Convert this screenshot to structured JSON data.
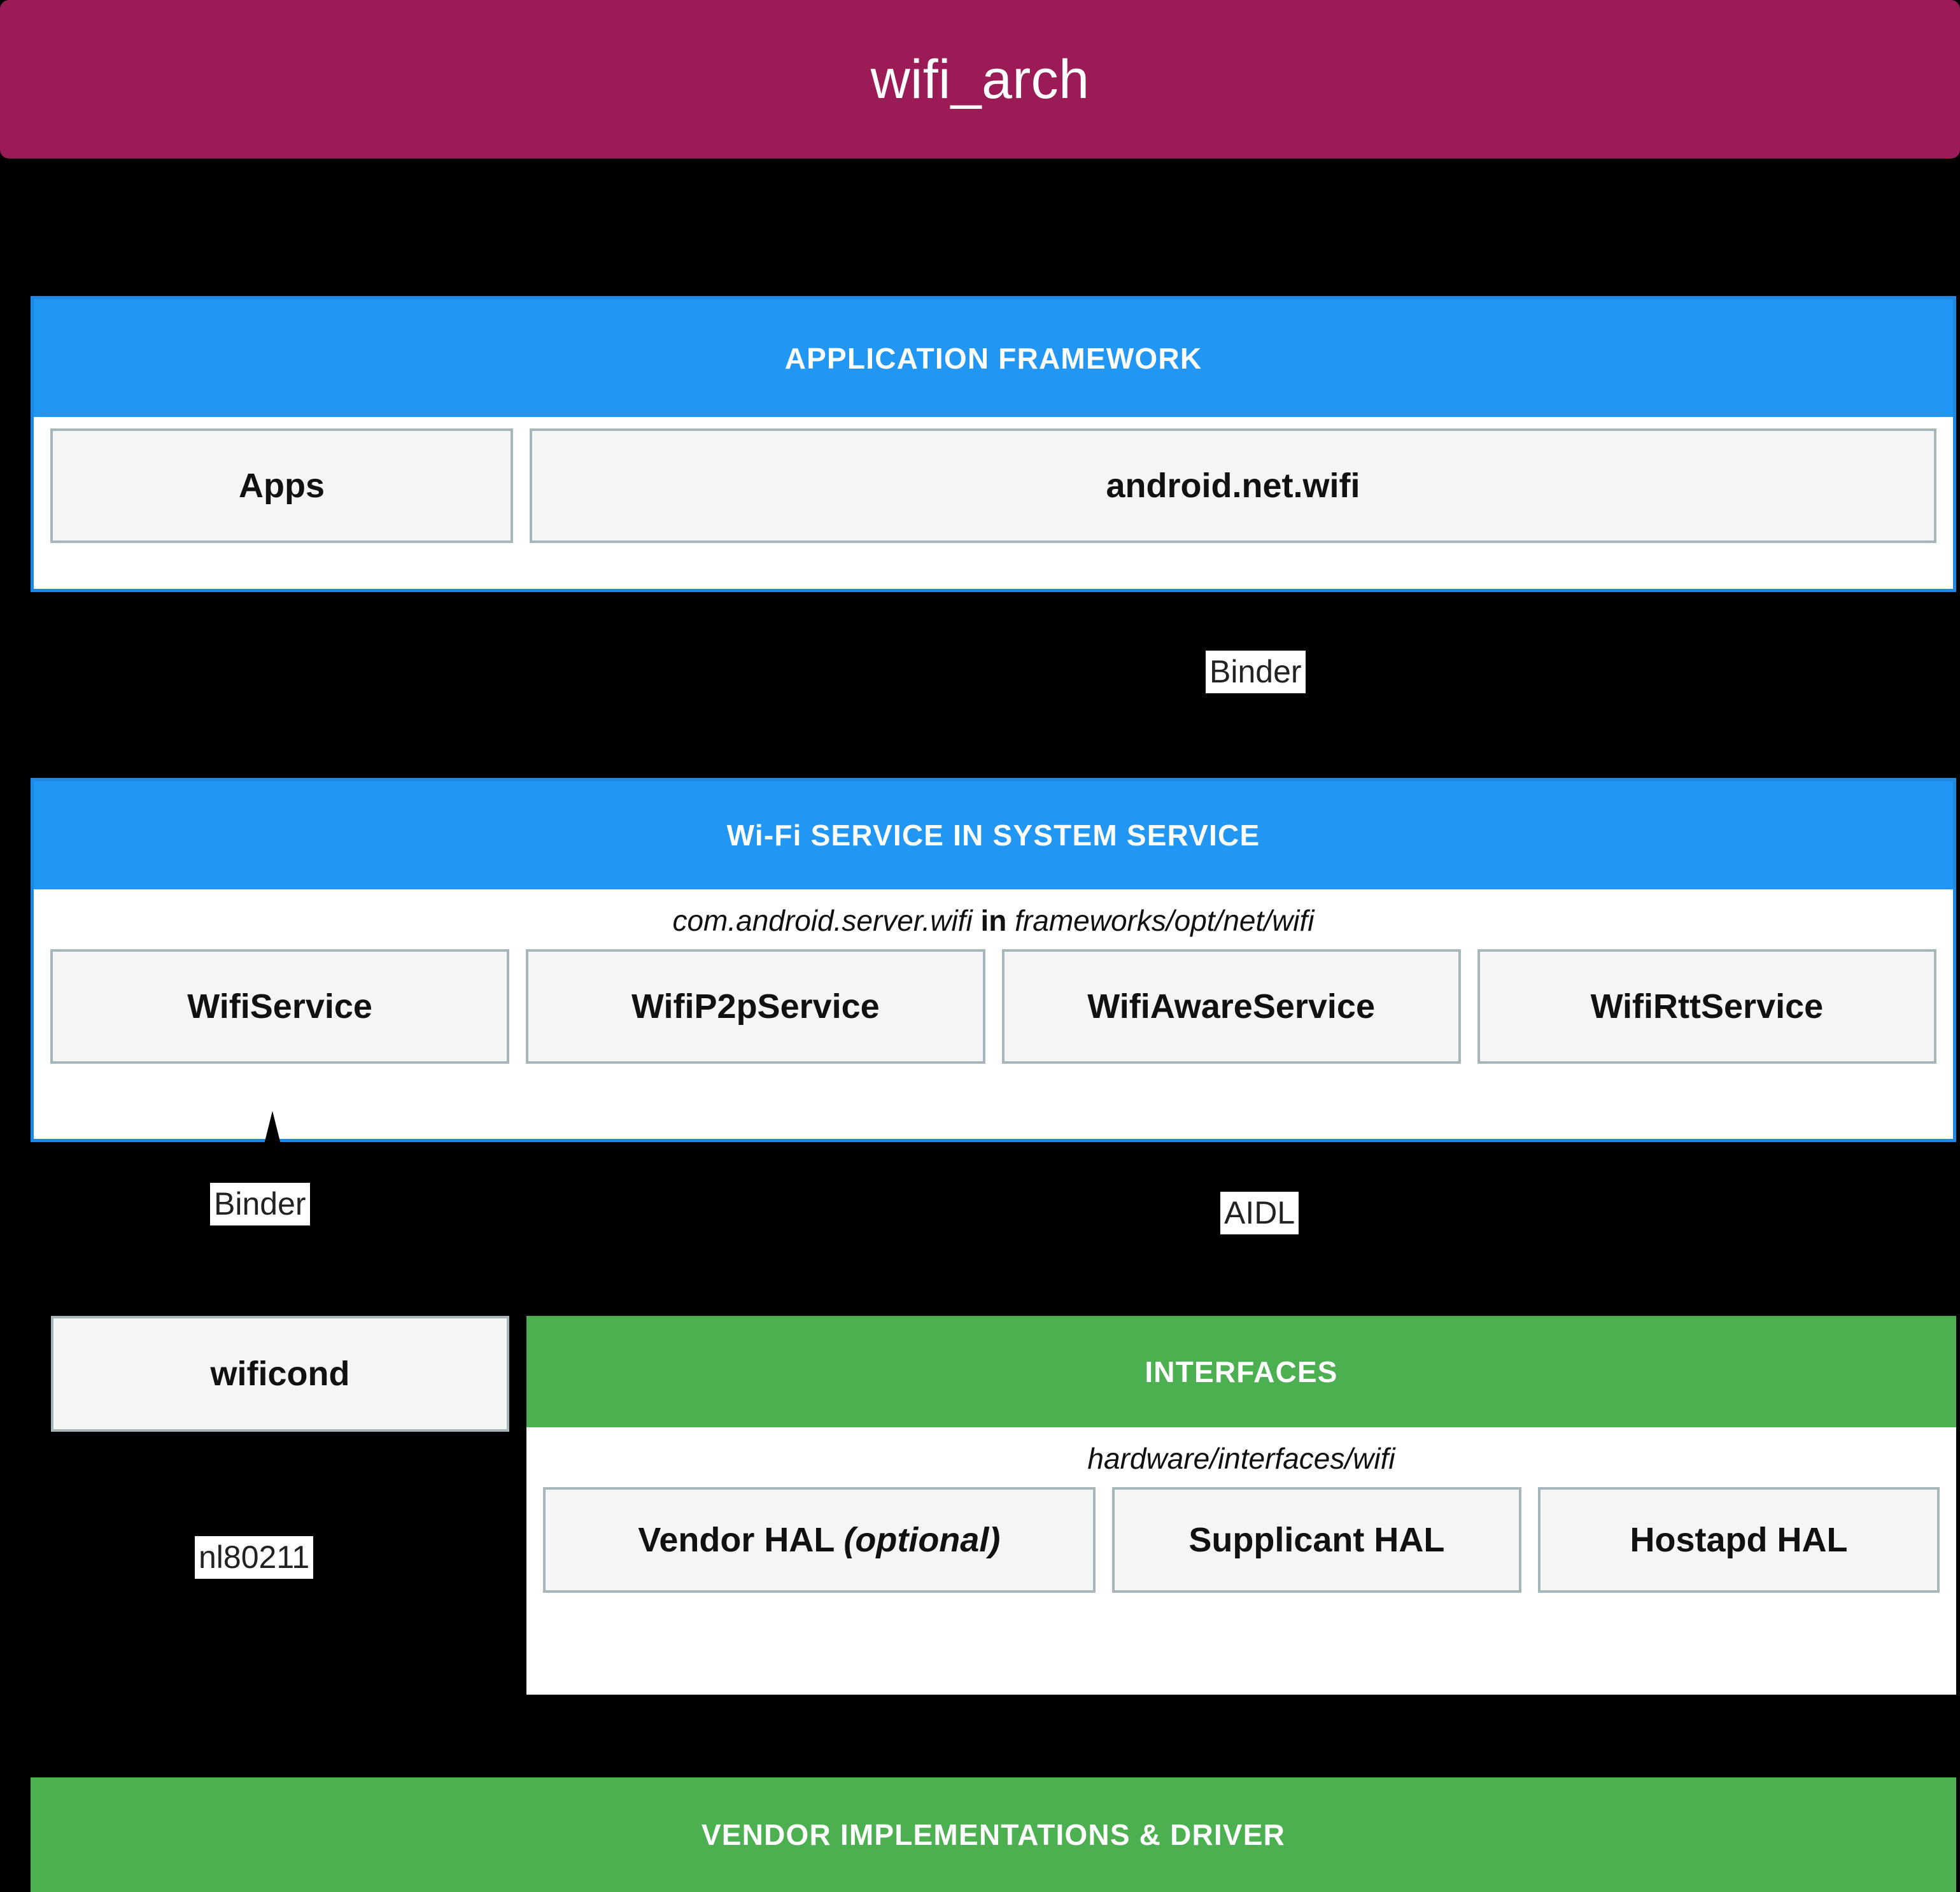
{
  "titlebar": {
    "title": "wifi_arch",
    "color": "#9a1b56"
  },
  "colors": {
    "blue": "#2196f3",
    "green": "#4caf50",
    "node_fill": "#f4f5f5",
    "node_border": "#a7b6b8",
    "background": "#000000",
    "chip_bg": "#ffffff"
  },
  "sections": {
    "app_framework": {
      "band_label": "APPLICATION FRAMEWORK",
      "nodes": [
        {
          "label": "Apps"
        },
        {
          "label": "android.net.wifi"
        }
      ]
    },
    "wifi_service": {
      "band_label": "Wi-Fi SERVICE IN SYSTEM SERVICE",
      "subpath_prefix": "com.android.server.wifi",
      "subpath_joiner": "in",
      "subpath_suffix": "frameworks/opt/net/wifi",
      "nodes": [
        {
          "label": "WifiService"
        },
        {
          "label": "WifiP2pService"
        },
        {
          "label": "WifiAwareService"
        },
        {
          "label": "WifiRttService"
        }
      ]
    },
    "wificond": {
      "label": "wificond"
    },
    "interfaces": {
      "band_label": "INTERFACES",
      "subpath": "hardware/interfaces/wifi",
      "nodes": [
        {
          "label_main": "Vendor HAL",
          "label_italic": "(optional)"
        },
        {
          "label_main": "Supplicant HAL",
          "label_italic": ""
        },
        {
          "label_main": "Hostapd HAL",
          "label_italic": ""
        }
      ]
    },
    "vendor_impl": {
      "band_label": "VENDOR IMPLEMENTATIONS & DRIVER"
    }
  },
  "edge_labels": {
    "binder_top": "Binder",
    "binder_left": "Binder",
    "aidl": "AIDL",
    "nl80211": "nl80211"
  }
}
